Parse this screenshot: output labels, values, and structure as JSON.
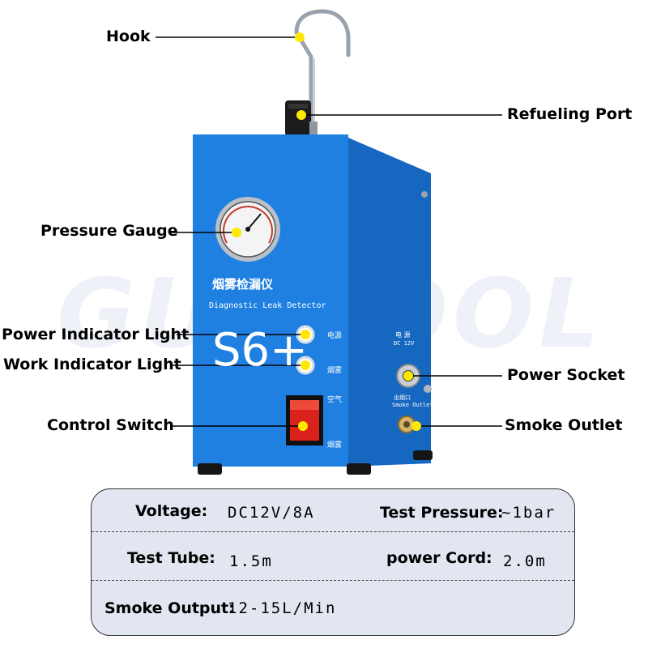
{
  "watermark": "GUYTOOL",
  "device": {
    "chinese_title": "烟雾检漏仪",
    "subtitle": "Diagnostic Leak Detector",
    "model": "S6+",
    "label_power": "电源",
    "label_smoke": "烟雾",
    "label_air": "空气",
    "label_smoke_switch": "烟雾",
    "side_power": "电 源",
    "side_dc": "DC  12V",
    "side_outlet_cn": "出烟口",
    "side_outlet_en": "Smoke Outlet"
  },
  "callouts": {
    "hook": "Hook",
    "refueling_port": "Refueling Port",
    "pressure_gauge": "Pressure Gauge",
    "power_indicator": "Power Indicator Light",
    "work_indicator": "Work Indicator Light",
    "power_socket": "Power Socket",
    "control_switch": "Control Switch",
    "smoke_outlet": "Smoke Outlet"
  },
  "specs": {
    "voltage_label": "Voltage:",
    "voltage_value": "DC12V/8A",
    "test_pressure_label": "Test Pressure:",
    "test_pressure_value": "~1bar",
    "test_tube_label": "Test Tube:",
    "test_tube_value": "1.5m",
    "power_cord_label": "power Cord:",
    "power_cord_value": "2.0m",
    "smoke_output_label": "Smoke Output:",
    "smoke_output_value": "12-15L/Min"
  },
  "colors": {
    "body_blue": "#1f7fe0",
    "body_dark": "#1565b8",
    "marker_yellow": "#ffe800",
    "switch_red": "#d9221c",
    "spec_bg": "#e2e6f0"
  }
}
